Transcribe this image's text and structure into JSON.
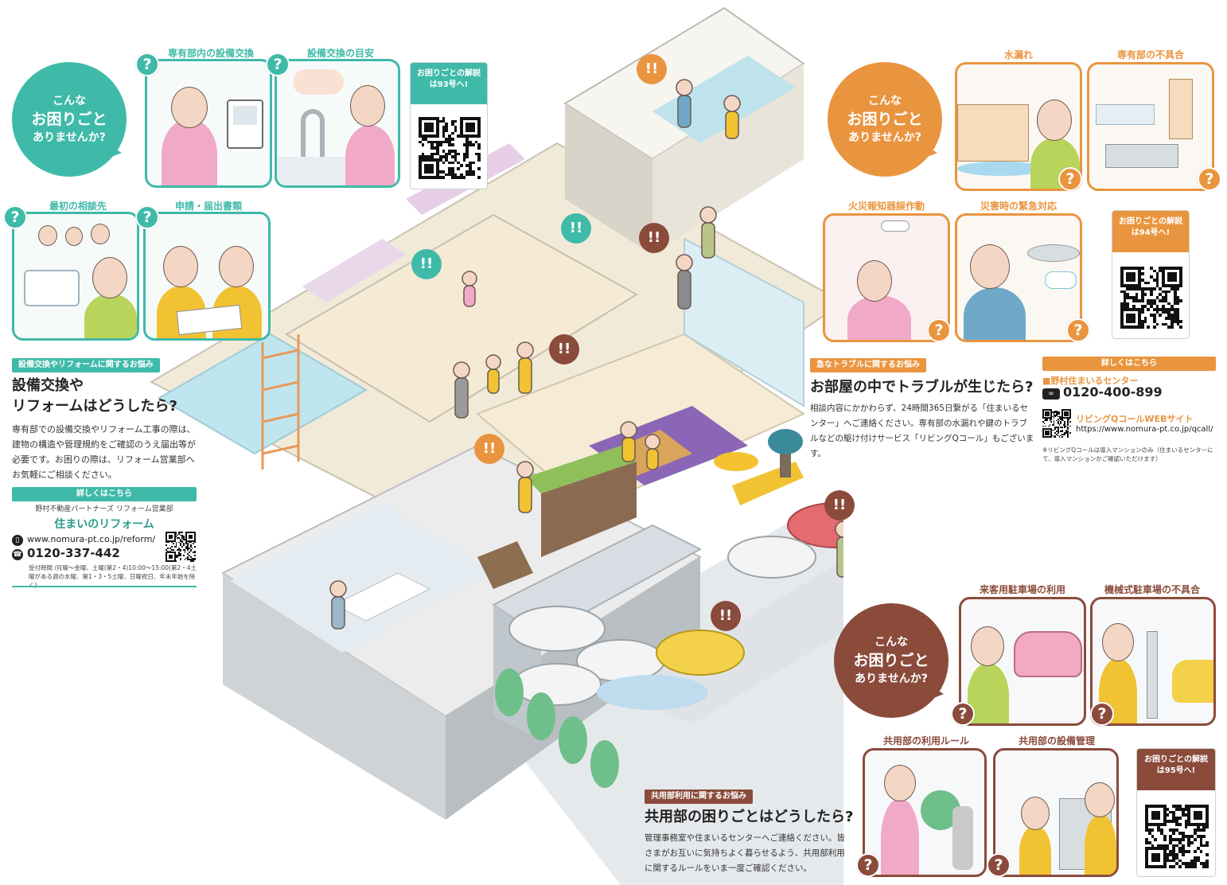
{
  "colors": {
    "teal": "#3fbaa9",
    "teal_dark": "#2d9c8d",
    "orange": "#e9953f",
    "brown": "#8a4b3b",
    "panel_bg": "#f7fbfa",
    "lilac": "#a68bc6"
  },
  "left_section": {
    "bubble": {
      "line1": "こんな",
      "line2": "お困りごと",
      "line3": "ありませんか?"
    },
    "panels": [
      {
        "title": "専有部内の設備交換"
      },
      {
        "title": "設備交換の目安"
      },
      {
        "title": "最初の相談先"
      },
      {
        "title": "申請・届出書類"
      }
    ],
    "qr_note": "お困りごとの解説は93号へ!",
    "tag": "設備交換やリフォームに関するお悩み",
    "heading_line1": "設備交換や",
    "heading_line2": "リフォームはどうしたら?",
    "body": "専有部での設備交換やリフォーム工事の際は、建物の構造や管理規約をご確認のうえ届出等が必要です。お困りの際は、リフォーム営業部へお気軽にご相談ください。",
    "details_bar": "詳しくはこちら",
    "dept": "野村不動産パートナーズ リフォーム営業部",
    "service_name": "住まいのリフォーム",
    "url": "www.nomura-pt.co.jp/reform/",
    "phone": "0120-337-442",
    "hours": "受付時間 /月曜～金曜、土曜(第2・4)10:00～15:00(第2・4土曜がある週の水曜、第1・3・5土曜、日曜祝日、年末年始を除く)"
  },
  "right_top_section": {
    "bubble": {
      "line1": "こんな",
      "line2": "お困りごと",
      "line3": "ありませんか?"
    },
    "panels": [
      {
        "title": "水漏れ"
      },
      {
        "title": "専有部の不具合"
      },
      {
        "title": "火災報知器誤作動"
      },
      {
        "title": "災害時の緊急対応"
      }
    ],
    "qr_note": "お困りごとの解説は94号へ!",
    "tag": "急なトラブルに関するお悩み",
    "heading": "お部屋の中でトラブルが生じたら?",
    "body": "相談内容にかかわらず、24時間365日繋がる「住まいるセンター」へご連絡ください。専有部の水漏れや鍵のトラブルなどの駆け付けサービス「リビングQコール」もございます。",
    "details_bar": "詳しくはこちら",
    "center_name": "■野村住まいるセンター",
    "free_dial": "0120-400-899",
    "web_title": "リビングQコールWEBサイト",
    "web_url": "https://www.nomura-pt.co.jp/qcall/",
    "footnote": "※リビングQコールは導入マンションのみ（住まいるセンターにて、導入マンションかご確認いただけます）"
  },
  "right_bottom_section": {
    "bubble": {
      "line1": "こんな",
      "line2": "お困りごと",
      "line3": "ありませんか?"
    },
    "panels": [
      {
        "title": "来客用駐車場の利用"
      },
      {
        "title": "機械式駐車場の不具合"
      },
      {
        "title": "共用部の利用ルール"
      },
      {
        "title": "共用部の設備管理"
      }
    ],
    "qr_note": "お困りごとの解説は95号へ!",
    "tag": "共用部利用に関するお悩み",
    "heading": "共用部の困りごとはどうしたら?",
    "body": "管理事務室や住まいるセンターへご連絡ください。皆さまがお互いに気持ちよく暮らせるよう、共用部利用に関するルールをいま一度ご確認ください。"
  },
  "symbols": {
    "question": "?",
    "alert": "!!"
  }
}
